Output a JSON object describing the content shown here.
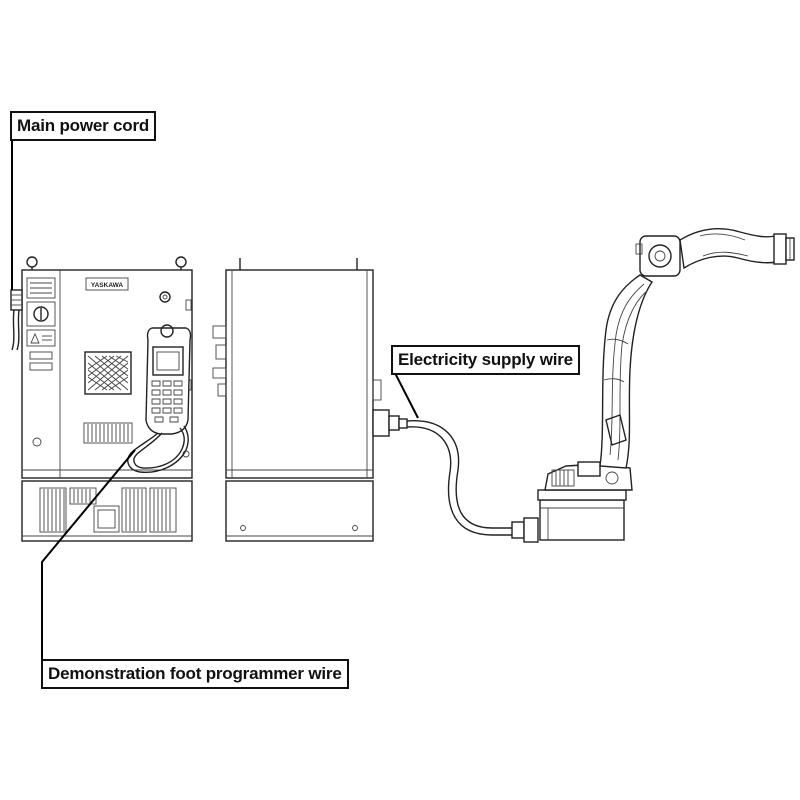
{
  "callouts": {
    "main_power_cord": "Main power cord",
    "electricity_supply_wire": "Electricity supply wire",
    "pendant_wire": "Demonstration foot programmer wire"
  },
  "controller": {
    "brand_mark": "YASKAWA"
  },
  "colors": {
    "line": "#222222",
    "background": "#ffffff",
    "label_border": "#111111"
  }
}
